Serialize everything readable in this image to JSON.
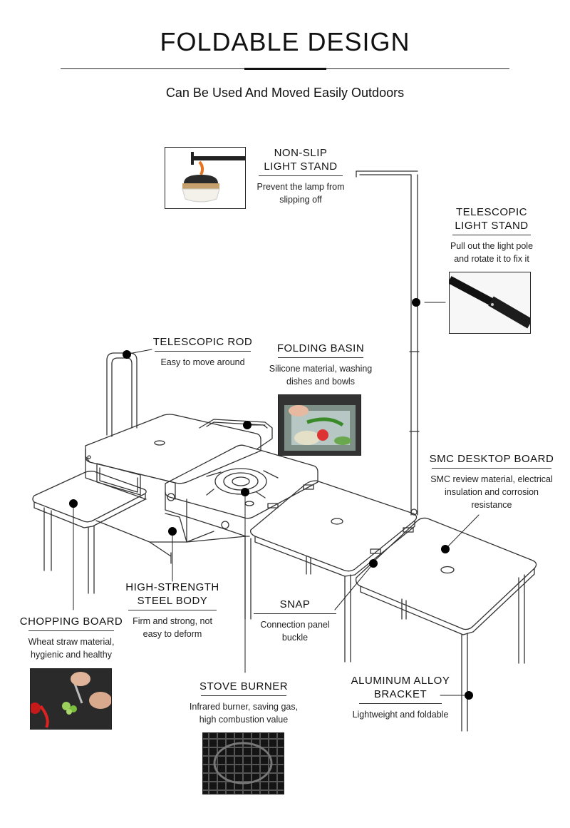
{
  "page": {
    "title": "FOLDABLE DESIGN",
    "subtitle": "Can Be Used And Moved Easily Outdoors"
  },
  "callouts": {
    "light_stand": {
      "title": "NON-SLIP LIGHT STAND",
      "desc": "Prevent the lamp from slipping off"
    },
    "telescopic_stand": {
      "title": "TELESCOPIC LIGHT STAND",
      "desc": "Pull out the light pole and rotate it to fix it"
    },
    "telescopic_rod": {
      "title": "TELESCOPIC ROD",
      "desc": "Easy to move around"
    },
    "folding_basin": {
      "title": "FOLDING BASIN",
      "desc": "Silicone material, washing dishes and bowls"
    },
    "smc_board": {
      "title": "SMC DESKTOP BOARD",
      "desc": "SMC review material, electrical insulation and corrosion resistance"
    },
    "steel_body": {
      "title": "HIGH-STRENGTH STEEL BODY",
      "desc": "Firm and strong, not easy to deform"
    },
    "snap": {
      "title": "SNAP",
      "desc": "Connection panel buckle"
    },
    "chopping_board": {
      "title": "CHOPPING BOARD",
      "desc": "Wheat straw material, hygienic and healthy"
    },
    "stove_burner": {
      "title": "STOVE BURNER",
      "desc": "Infrared burner, saving gas, high combustion value"
    },
    "aluminum_bracket": {
      "title": "ALUMINUM ALLOY BRACKET",
      "desc": "Lightweight and foldable"
    }
  },
  "icons": {
    "lamp": "lamp-photo",
    "pole": "pole-joint-photo",
    "basin": "basin-photo",
    "board": "chopping-board-photo",
    "burner": "burner-photo"
  }
}
